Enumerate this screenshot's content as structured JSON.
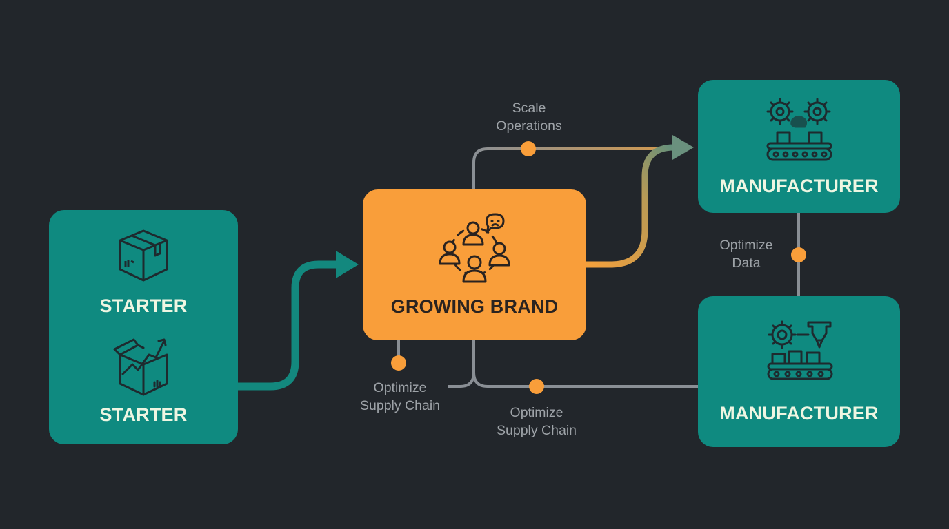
{
  "colors": {
    "background": "#22262b",
    "teal": "#0f8a80",
    "orange": "#f99e3a",
    "connector_gray": "#8a8f95",
    "dot": "#f99e3a"
  },
  "nodes": {
    "starter_top": {
      "title": "STARTER",
      "icon": "package-box-icon"
    },
    "starter_bottom": {
      "title": "STARTER",
      "icon": "package-growth-icon"
    },
    "growing_brand": {
      "title": "GROWING BRAND",
      "icon": "people-community-icon"
    },
    "manufacturer_top": {
      "title": "MANUFACTURER",
      "icon": "gears-conveyor-icon"
    },
    "manufacturer_bottom": {
      "title": "MANUFACTURER",
      "icon": "factory-robot-arm-icon"
    }
  },
  "edges": {
    "scale_operations": {
      "line1": "Scale",
      "line2": "Operations"
    },
    "optimize_data": {
      "line1": "Optimize",
      "line2": "Data"
    },
    "optimize_supply_chain_left": {
      "line1": "Optimize",
      "line2": "Supply Chain"
    },
    "optimize_supply_chain_right": {
      "line1": "Optimize",
      "line2": "Supply Chain"
    }
  }
}
